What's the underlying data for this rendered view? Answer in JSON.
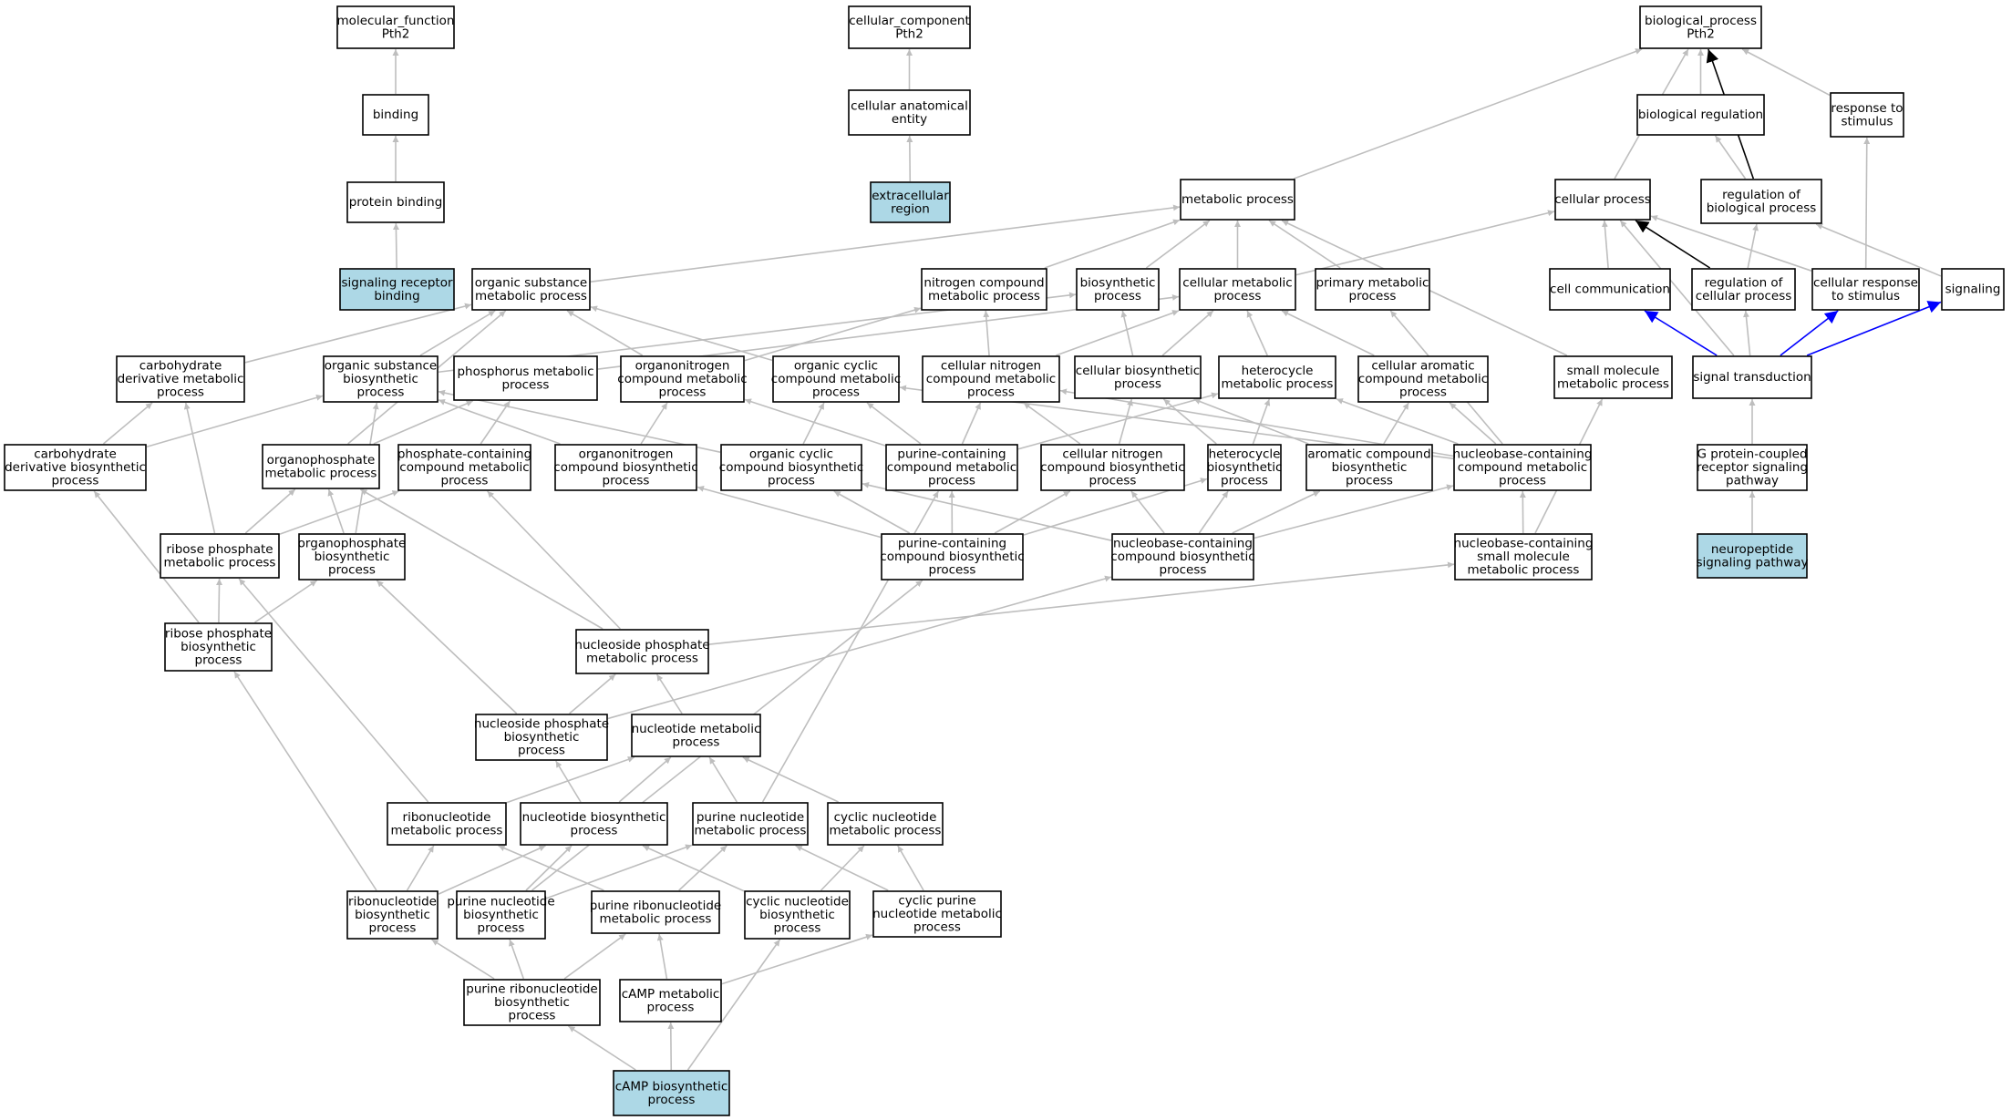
{
  "colors": {
    "node_fill": "#ffffff",
    "highlight_fill": "#add8e6",
    "border": "#000000",
    "edge_default": "#bebebe",
    "edge_regulates": "#000000",
    "edge_part_of": "#0000ff"
  },
  "nodes": [
    {
      "id": "mf",
      "lines": [
        "molecular_function",
        "Pth2"
      ],
      "highlight": false
    },
    {
      "id": "cc",
      "lines": [
        "cellular_component",
        "Pth2"
      ],
      "highlight": false
    },
    {
      "id": "bp",
      "lines": [
        "biological_process",
        "Pth2"
      ],
      "highlight": false
    },
    {
      "id": "binding",
      "lines": [
        "binding"
      ],
      "highlight": false
    },
    {
      "id": "cae",
      "lines": [
        "cellular anatomical",
        "entity"
      ],
      "highlight": false
    },
    {
      "id": "bioreg",
      "lines": [
        "biological regulation"
      ],
      "highlight": false
    },
    {
      "id": "rts",
      "lines": [
        "response to",
        "stimulus"
      ],
      "highlight": false
    },
    {
      "id": "pbind",
      "lines": [
        "protein binding"
      ],
      "highlight": false
    },
    {
      "id": "ecr",
      "lines": [
        "extracellular",
        "region"
      ],
      "highlight": true
    },
    {
      "id": "metab",
      "lines": [
        "metabolic process"
      ],
      "highlight": false
    },
    {
      "id": "cellp",
      "lines": [
        "cellular process"
      ],
      "highlight": false
    },
    {
      "id": "regbio",
      "lines": [
        "regulation of",
        "biological process"
      ],
      "highlight": false
    },
    {
      "id": "srb",
      "lines": [
        "signaling receptor",
        "binding"
      ],
      "highlight": true
    },
    {
      "id": "osmp",
      "lines": [
        "organic substance",
        "metabolic process"
      ],
      "highlight": false
    },
    {
      "id": "ncmp",
      "lines": [
        "nitrogen compound",
        "metabolic process"
      ],
      "highlight": false
    },
    {
      "id": "biosyn",
      "lines": [
        "biosynthetic",
        "process"
      ],
      "highlight": false
    },
    {
      "id": "cmp",
      "lines": [
        "cellular metabolic",
        "process"
      ],
      "highlight": false
    },
    {
      "id": "pmp",
      "lines": [
        "primary metabolic",
        "process"
      ],
      "highlight": false
    },
    {
      "id": "cellcomm",
      "lines": [
        "cell communication"
      ],
      "highlight": false
    },
    {
      "id": "regcell",
      "lines": [
        "regulation of",
        "cellular process"
      ],
      "highlight": false
    },
    {
      "id": "crts",
      "lines": [
        "cellular response",
        "to stimulus"
      ],
      "highlight": false
    },
    {
      "id": "signaling",
      "lines": [
        "signaling"
      ],
      "highlight": false
    },
    {
      "id": "cdmp",
      "lines": [
        "carbohydrate",
        "derivative metabolic",
        "process"
      ],
      "highlight": false
    },
    {
      "id": "osbp",
      "lines": [
        "organic substance",
        "biosynthetic",
        "process"
      ],
      "highlight": false
    },
    {
      "id": "phosmp",
      "lines": [
        "phosphorus metabolic",
        "process"
      ],
      "highlight": false
    },
    {
      "id": "oncmp",
      "lines": [
        "organonitrogen",
        "compound metabolic",
        "process"
      ],
      "highlight": false
    },
    {
      "id": "ocmp",
      "lines": [
        "organic cyclic",
        "compound metabolic",
        "process"
      ],
      "highlight": false
    },
    {
      "id": "cncmp",
      "lines": [
        "cellular nitrogen",
        "compound metabolic",
        "process"
      ],
      "highlight": false
    },
    {
      "id": "cbp",
      "lines": [
        "cellular biosynthetic",
        "process"
      ],
      "highlight": false
    },
    {
      "id": "hmp",
      "lines": [
        "heterocycle",
        "metabolic process"
      ],
      "highlight": false
    },
    {
      "id": "cacmp",
      "lines": [
        "cellular aromatic",
        "compound metabolic",
        "process"
      ],
      "highlight": false
    },
    {
      "id": "smmp",
      "lines": [
        "small molecule",
        "metabolic process"
      ],
      "highlight": false
    },
    {
      "id": "st",
      "lines": [
        "signal transduction"
      ],
      "highlight": false
    },
    {
      "id": "cdbp",
      "lines": [
        "carbohydrate",
        "derivative biosynthetic",
        "process"
      ],
      "highlight": false
    },
    {
      "id": "opmp",
      "lines": [
        "organophosphate",
        "metabolic process"
      ],
      "highlight": false
    },
    {
      "id": "pcmp",
      "lines": [
        "phosphate-containing",
        "compound metabolic",
        "process"
      ],
      "highlight": false
    },
    {
      "id": "oncbp",
      "lines": [
        "organonitrogen",
        "compound biosynthetic",
        "process"
      ],
      "highlight": false
    },
    {
      "id": "ocbp",
      "lines": [
        "organic cyclic",
        "compound biosynthetic",
        "process"
      ],
      "highlight": false
    },
    {
      "id": "pucmp",
      "lines": [
        "purine-containing",
        "compound metabolic",
        "process"
      ],
      "highlight": false
    },
    {
      "id": "cncbp",
      "lines": [
        "cellular nitrogen",
        "compound biosynthetic",
        "process"
      ],
      "highlight": false
    },
    {
      "id": "hbp",
      "lines": [
        "heterocycle",
        "biosynthetic",
        "process"
      ],
      "highlight": false
    },
    {
      "id": "acbp",
      "lines": [
        "aromatic compound",
        "biosynthetic",
        "process"
      ],
      "highlight": false
    },
    {
      "id": "nbcmp",
      "lines": [
        "nucleobase-containing",
        "compound metabolic",
        "process"
      ],
      "highlight": false
    },
    {
      "id": "gpcr",
      "lines": [
        "G protein-coupled",
        "receptor signaling",
        "pathway"
      ],
      "highlight": false
    },
    {
      "id": "rpmp",
      "lines": [
        "ribose phosphate",
        "metabolic process"
      ],
      "highlight": false
    },
    {
      "id": "opbp",
      "lines": [
        "organophosphate",
        "biosynthetic",
        "process"
      ],
      "highlight": false
    },
    {
      "id": "pucbp",
      "lines": [
        "purine-containing",
        "compound biosynthetic",
        "process"
      ],
      "highlight": false
    },
    {
      "id": "nbcbp",
      "lines": [
        "nucleobase-containing",
        "compound biosynthetic",
        "process"
      ],
      "highlight": false
    },
    {
      "id": "nbsmmp",
      "lines": [
        "nucleobase-containing",
        "small molecule",
        "metabolic process"
      ],
      "highlight": false
    },
    {
      "id": "nsp",
      "lines": [
        "neuropeptide",
        "signaling pathway"
      ],
      "highlight": true
    },
    {
      "id": "rpbp",
      "lines": [
        "ribose phosphate",
        "biosynthetic",
        "process"
      ],
      "highlight": false
    },
    {
      "id": "nspmp",
      "lines": [
        "nucleoside phosphate",
        "metabolic process"
      ],
      "highlight": false
    },
    {
      "id": "nspbp",
      "lines": [
        "nucleoside phosphate",
        "biosynthetic",
        "process"
      ],
      "highlight": false
    },
    {
      "id": "nmp",
      "lines": [
        "nucleotide metabolic",
        "process"
      ],
      "highlight": false
    },
    {
      "id": "rnmp",
      "lines": [
        "ribonucleotide",
        "metabolic process"
      ],
      "highlight": false
    },
    {
      "id": "nbp",
      "lines": [
        "nucleotide biosynthetic",
        "process"
      ],
      "highlight": false
    },
    {
      "id": "pnmp",
      "lines": [
        "purine nucleotide",
        "metabolic process"
      ],
      "highlight": false
    },
    {
      "id": "cnmp",
      "lines": [
        "cyclic nucleotide",
        "metabolic process"
      ],
      "highlight": false
    },
    {
      "id": "rnbp",
      "lines": [
        "ribonucleotide",
        "biosynthetic",
        "process"
      ],
      "highlight": false
    },
    {
      "id": "pnbp",
      "lines": [
        "purine nucleotide",
        "biosynthetic",
        "process"
      ],
      "highlight": false
    },
    {
      "id": "prnmp",
      "lines": [
        "purine ribonucleotide",
        "metabolic process"
      ],
      "highlight": false
    },
    {
      "id": "cnbp",
      "lines": [
        "cyclic nucleotide",
        "biosynthetic",
        "process"
      ],
      "highlight": false
    },
    {
      "id": "cpnmp",
      "lines": [
        "cyclic purine",
        "nucleotide metabolic",
        "process"
      ],
      "highlight": false
    },
    {
      "id": "prnbp",
      "lines": [
        "purine ribonucleotide",
        "biosynthetic",
        "process"
      ],
      "highlight": false
    },
    {
      "id": "campmp",
      "lines": [
        "cAMP metabolic",
        "process"
      ],
      "highlight": false
    },
    {
      "id": "campbp",
      "lines": [
        "cAMP biosynthetic",
        "process"
      ],
      "highlight": true
    }
  ],
  "edges": [
    {
      "from": "binding",
      "to": "mf",
      "kind": "is_a"
    },
    {
      "from": "pbind",
      "to": "binding",
      "kind": "is_a"
    },
    {
      "from": "srb",
      "to": "pbind",
      "kind": "is_a"
    },
    {
      "from": "cae",
      "to": "cc",
      "kind": "is_a"
    },
    {
      "from": "ecr",
      "to": "cae",
      "kind": "is_a"
    },
    {
      "from": "bioreg",
      "to": "bp",
      "kind": "is_a"
    },
    {
      "from": "rts",
      "to": "bp",
      "kind": "is_a"
    },
    {
      "from": "metab",
      "to": "bp",
      "kind": "is_a"
    },
    {
      "from": "cellp",
      "to": "bp",
      "kind": "is_a"
    },
    {
      "from": "regbio",
      "to": "bioreg",
      "kind": "is_a"
    },
    {
      "from": "regbio",
      "to": "bp",
      "kind": "regulates"
    },
    {
      "from": "osmp",
      "to": "metab",
      "kind": "is_a"
    },
    {
      "from": "ncmp",
      "to": "metab",
      "kind": "is_a"
    },
    {
      "from": "biosyn",
      "to": "metab",
      "kind": "is_a"
    },
    {
      "from": "cmp",
      "to": "metab",
      "kind": "is_a"
    },
    {
      "from": "pmp",
      "to": "metab",
      "kind": "is_a"
    },
    {
      "from": "smmp",
      "to": "metab",
      "kind": "is_a"
    },
    {
      "from": "cmp",
      "to": "cellp",
      "kind": "is_a"
    },
    {
      "from": "cellcomm",
      "to": "cellp",
      "kind": "is_a"
    },
    {
      "from": "regcell",
      "to": "cellp",
      "kind": "regulates"
    },
    {
      "from": "regcell",
      "to": "regbio",
      "kind": "is_a"
    },
    {
      "from": "crts",
      "to": "cellp",
      "kind": "is_a"
    },
    {
      "from": "crts",
      "to": "rts",
      "kind": "is_a"
    },
    {
      "from": "signaling",
      "to": "regbio",
      "kind": "is_a"
    },
    {
      "from": "st",
      "to": "cellp",
      "kind": "is_a"
    },
    {
      "from": "st",
      "to": "cellcomm",
      "kind": "part_of"
    },
    {
      "from": "st",
      "to": "crts",
      "kind": "part_of"
    },
    {
      "from": "st",
      "to": "signaling",
      "kind": "part_of"
    },
    {
      "from": "st",
      "to": "regcell",
      "kind": "is_a"
    },
    {
      "from": "gpcr",
      "to": "st",
      "kind": "is_a"
    },
    {
      "from": "nsp",
      "to": "gpcr",
      "kind": "is_a"
    },
    {
      "from": "cdmp",
      "to": "osmp",
      "kind": "is_a"
    },
    {
      "from": "osbp",
      "to": "osmp",
      "kind": "is_a"
    },
    {
      "from": "osbp",
      "to": "biosyn",
      "kind": "is_a"
    },
    {
      "from": "oncmp",
      "to": "osmp",
      "kind": "is_a"
    },
    {
      "from": "oncmp",
      "to": "ncmp",
      "kind": "is_a"
    },
    {
      "from": "ocmp",
      "to": "osmp",
      "kind": "is_a"
    },
    {
      "from": "phosmp",
      "to": "cmp",
      "kind": "is_a"
    },
    {
      "from": "cncmp",
      "to": "cmp",
      "kind": "is_a"
    },
    {
      "from": "cncmp",
      "to": "ncmp",
      "kind": "is_a"
    },
    {
      "from": "cbp",
      "to": "cmp",
      "kind": "is_a"
    },
    {
      "from": "cbp",
      "to": "biosyn",
      "kind": "is_a"
    },
    {
      "from": "hmp",
      "to": "cmp",
      "kind": "is_a"
    },
    {
      "from": "cacmp",
      "to": "cmp",
      "kind": "is_a"
    },
    {
      "from": "nbcmp",
      "to": "pmp",
      "kind": "is_a"
    },
    {
      "from": "cdbp",
      "to": "cdmp",
      "kind": "is_a"
    },
    {
      "from": "cdbp",
      "to": "osbp",
      "kind": "is_a"
    },
    {
      "from": "opmp",
      "to": "phosmp",
      "kind": "is_a"
    },
    {
      "from": "opmp",
      "to": "osmp",
      "kind": "is_a"
    },
    {
      "from": "pcmp",
      "to": "phosmp",
      "kind": "is_a"
    },
    {
      "from": "oncbp",
      "to": "oncmp",
      "kind": "is_a"
    },
    {
      "from": "oncbp",
      "to": "osbp",
      "kind": "is_a"
    },
    {
      "from": "ocbp",
      "to": "ocmp",
      "kind": "is_a"
    },
    {
      "from": "ocbp",
      "to": "osbp",
      "kind": "is_a"
    },
    {
      "from": "pucmp",
      "to": "ocmp",
      "kind": "is_a"
    },
    {
      "from": "pucmp",
      "to": "oncmp",
      "kind": "is_a"
    },
    {
      "from": "pucmp",
      "to": "cncmp",
      "kind": "is_a"
    },
    {
      "from": "pucmp",
      "to": "hmp",
      "kind": "is_a"
    },
    {
      "from": "cncbp",
      "to": "cncmp",
      "kind": "is_a"
    },
    {
      "from": "cncbp",
      "to": "cbp",
      "kind": "is_a"
    },
    {
      "from": "hbp",
      "to": "hmp",
      "kind": "is_a"
    },
    {
      "from": "hbp",
      "to": "cbp",
      "kind": "is_a"
    },
    {
      "from": "acbp",
      "to": "cacmp",
      "kind": "is_a"
    },
    {
      "from": "acbp",
      "to": "cbp",
      "kind": "is_a"
    },
    {
      "from": "nbcmp",
      "to": "cncmp",
      "kind": "is_a"
    },
    {
      "from": "nbcmp",
      "to": "hmp",
      "kind": "is_a"
    },
    {
      "from": "nbcmp",
      "to": "cacmp",
      "kind": "is_a"
    },
    {
      "from": "nbcmp",
      "to": "ocmp",
      "kind": "is_a"
    },
    {
      "from": "rpmp",
      "to": "cdmp",
      "kind": "is_a"
    },
    {
      "from": "rpmp",
      "to": "opmp",
      "kind": "is_a"
    },
    {
      "from": "rpmp",
      "to": "pcmp",
      "kind": "is_a"
    },
    {
      "from": "opbp",
      "to": "opmp",
      "kind": "is_a"
    },
    {
      "from": "opbp",
      "to": "osbp",
      "kind": "is_a"
    },
    {
      "from": "pucbp",
      "to": "pucmp",
      "kind": "is_a"
    },
    {
      "from": "pucbp",
      "to": "ocbp",
      "kind": "is_a"
    },
    {
      "from": "pucbp",
      "to": "oncbp",
      "kind": "is_a"
    },
    {
      "from": "pucbp",
      "to": "cncbp",
      "kind": "is_a"
    },
    {
      "from": "pucbp",
      "to": "hbp",
      "kind": "is_a"
    },
    {
      "from": "nbcbp",
      "to": "nbcmp",
      "kind": "is_a"
    },
    {
      "from": "nbcbp",
      "to": "cncbp",
      "kind": "is_a"
    },
    {
      "from": "nbcbp",
      "to": "hbp",
      "kind": "is_a"
    },
    {
      "from": "nbcbp",
      "to": "acbp",
      "kind": "is_a"
    },
    {
      "from": "nbcbp",
      "to": "ocbp",
      "kind": "is_a"
    },
    {
      "from": "nbsmmp",
      "to": "nbcmp",
      "kind": "is_a"
    },
    {
      "from": "nbsmmp",
      "to": "smmp",
      "kind": "is_a"
    },
    {
      "from": "rpbp",
      "to": "rpmp",
      "kind": "is_a"
    },
    {
      "from": "rpbp",
      "to": "opbp",
      "kind": "is_a"
    },
    {
      "from": "rpbp",
      "to": "cdbp",
      "kind": "is_a"
    },
    {
      "from": "nspmp",
      "to": "opmp",
      "kind": "is_a"
    },
    {
      "from": "nspmp",
      "to": "pcmp",
      "kind": "is_a"
    },
    {
      "from": "nspmp",
      "to": "nbsmmp",
      "kind": "is_a"
    },
    {
      "from": "nspbp",
      "to": "nspmp",
      "kind": "is_a"
    },
    {
      "from": "nspbp",
      "to": "opbp",
      "kind": "is_a"
    },
    {
      "from": "nspbp",
      "to": "nbcbp",
      "kind": "is_a"
    },
    {
      "from": "nmp",
      "to": "nspmp",
      "kind": "is_a"
    },
    {
      "from": "rnmp",
      "to": "nmp",
      "kind": "is_a"
    },
    {
      "from": "rnmp",
      "to": "rpmp",
      "kind": "is_a"
    },
    {
      "from": "nbp",
      "to": "nmp",
      "kind": "is_a"
    },
    {
      "from": "nbp",
      "to": "nspbp",
      "kind": "is_a"
    },
    {
      "from": "pnmp",
      "to": "nmp",
      "kind": "is_a"
    },
    {
      "from": "pnmp",
      "to": "pucmp",
      "kind": "is_a"
    },
    {
      "from": "cnmp",
      "to": "nmp",
      "kind": "is_a"
    },
    {
      "from": "rnbp",
      "to": "rnmp",
      "kind": "is_a"
    },
    {
      "from": "rnbp",
      "to": "nbp",
      "kind": "is_a"
    },
    {
      "from": "rnbp",
      "to": "rpbp",
      "kind": "is_a"
    },
    {
      "from": "pnbp",
      "to": "pnmp",
      "kind": "is_a"
    },
    {
      "from": "pnbp",
      "to": "nbp",
      "kind": "is_a"
    },
    {
      "from": "pnbp",
      "to": "pucbp",
      "kind": "is_a"
    },
    {
      "from": "prnmp",
      "to": "pnmp",
      "kind": "is_a"
    },
    {
      "from": "prnmp",
      "to": "rnmp",
      "kind": "is_a"
    },
    {
      "from": "cnbp",
      "to": "cnmp",
      "kind": "is_a"
    },
    {
      "from": "cnbp",
      "to": "nbp",
      "kind": "is_a"
    },
    {
      "from": "cpnmp",
      "to": "cnmp",
      "kind": "is_a"
    },
    {
      "from": "cpnmp",
      "to": "pnmp",
      "kind": "is_a"
    },
    {
      "from": "prnbp",
      "to": "prnmp",
      "kind": "is_a"
    },
    {
      "from": "prnbp",
      "to": "pnbp",
      "kind": "is_a"
    },
    {
      "from": "prnbp",
      "to": "rnbp",
      "kind": "is_a"
    },
    {
      "from": "campmp",
      "to": "prnmp",
      "kind": "is_a"
    },
    {
      "from": "campmp",
      "to": "cpnmp",
      "kind": "is_a"
    },
    {
      "from": "campbp",
      "to": "campmp",
      "kind": "is_a"
    },
    {
      "from": "campbp",
      "to": "prnbp",
      "kind": "is_a"
    },
    {
      "from": "campbp",
      "to": "cnbp",
      "kind": "is_a"
    }
  ]
}
